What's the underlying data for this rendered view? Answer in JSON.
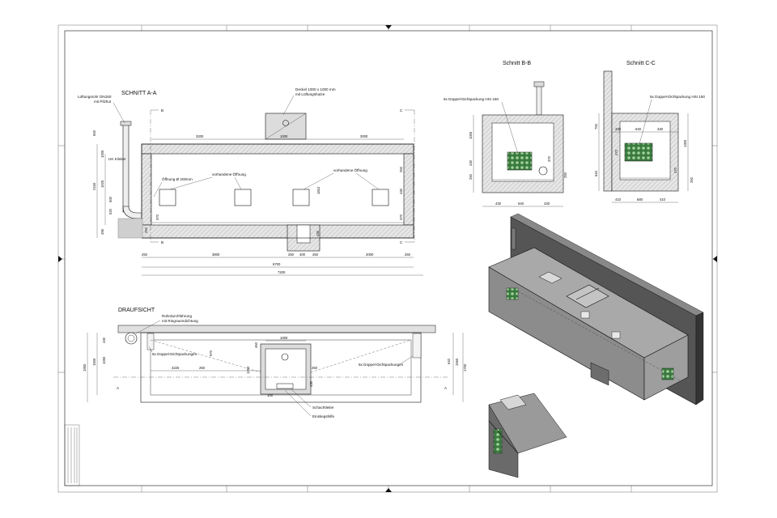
{
  "sections": {
    "aa": {
      "title": "SCHNITT A-A"
    },
    "bb": {
      "title": "Schnitt B-B"
    },
    "cc": {
      "title": "Schnitt C-C"
    },
    "plan": {
      "title": "DRAUFSICHT"
    }
  },
  "labels": {
    "lueftungsrohr": "Lüftungsrohr DN150",
    "pilzhut": "mit Pilzhut",
    "deckel1": "Deckel 1000 x 1000 mm",
    "deckel2": "mit Lüftungshutze",
    "oeffnung": "Öffnung Ø 200mm",
    "vorh1": "vorhandene Öffnung",
    "vorh2": "vorhandene Öffnung",
    "okklinker": "UK Klinker",
    "dichtB": "6x Doppel-Dichtpackung HSI 150",
    "dichtC": "6x Doppel-Dichtpackung HSI 150",
    "rohrdurch1": "Rohrdurchführung",
    "rohrdurch2": "mit Ringraumdichtung",
    "dichtPlanL": "6x Doppel-Dichtpackungen",
    "dichtPlanR": "6x Doppel-Dichtpackungen",
    "schachtleiter": "Schachtleiter",
    "einstieg": "Einstiegshilfe"
  },
  "cut_markers": {
    "a": "A",
    "b": "B",
    "c": "C"
  },
  "dims_aa": {
    "top": [
      "3200",
      "1000",
      "3000"
    ],
    "bottom": [
      "250",
      "3800",
      "250",
      "400",
      "250",
      "2000",
      "250"
    ],
    "total1": "6700",
    "total2": "7200",
    "left": [
      "2160",
      "1625",
      "1005",
      "600",
      "620",
      "495"
    ],
    "misc": [
      "500",
      "250",
      "1810",
      "430",
      "370",
      "370",
      "250",
      "430"
    ]
  },
  "dims_bb": {
    "bottom": [
      "430",
      "640",
      "430"
    ],
    "left": [
      "1005",
      "430",
      "250"
    ],
    "right": [
      "370",
      "250"
    ]
  },
  "dims_cc": {
    "top": [
      "430",
      "640",
      "430"
    ],
    "bottom": [
      "410",
      "680",
      "410"
    ],
    "left": [
      "750",
      "470",
      "640"
    ],
    "right": [
      "1300",
      "370",
      "250"
    ]
  },
  "dims_plan": {
    "left": [
      "1950",
      "1500",
      "1050",
      "430"
    ],
    "inner": [
      "3225",
      "250",
      "1000",
      "250",
      "1250"
    ],
    "right": [
      "640",
      "1560",
      "1750"
    ],
    "misc": [
      "460",
      "970",
      "430",
      "100"
    ]
  },
  "title_block_text": ""
}
